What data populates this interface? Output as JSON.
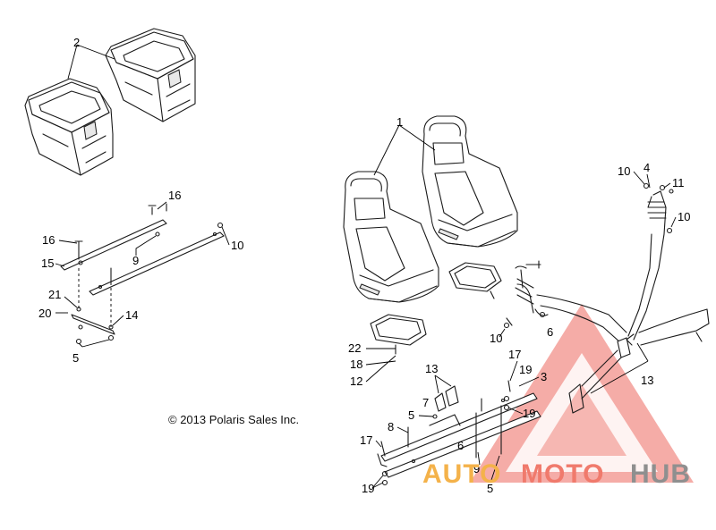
{
  "copyright": "© 2013 Polaris Sales Inc.",
  "watermark": {
    "part1": "AUTO",
    "part2": "MOTO",
    "part3": "HUB",
    "colors": {
      "auto": "#f4b24a",
      "moto": "#f07a6c",
      "hub": "#8f8f8f",
      "triangle": "#e8483b"
    }
  },
  "callouts": {
    "c1": "1",
    "c2": "2",
    "c3": "3",
    "c4": "4",
    "c5a": "5",
    "c5b": "5",
    "c5c": "5",
    "c6a": "6",
    "c6b": "6",
    "c7": "7",
    "c8": "8",
    "c9a": "9",
    "c9b": "9",
    "c10a": "10",
    "c10b": "10",
    "c10c": "10",
    "c10d": "10",
    "c11": "11",
    "c12": "12",
    "c13a": "13",
    "c13b": "13",
    "c14": "14",
    "c15": "15",
    "c16a": "16",
    "c16b": "16",
    "c17a": "17",
    "c17b": "17",
    "c18": "18",
    "c19a": "19",
    "c19b": "19",
    "c19c": "19",
    "c20": "20",
    "c21": "21",
    "c22": "22"
  }
}
